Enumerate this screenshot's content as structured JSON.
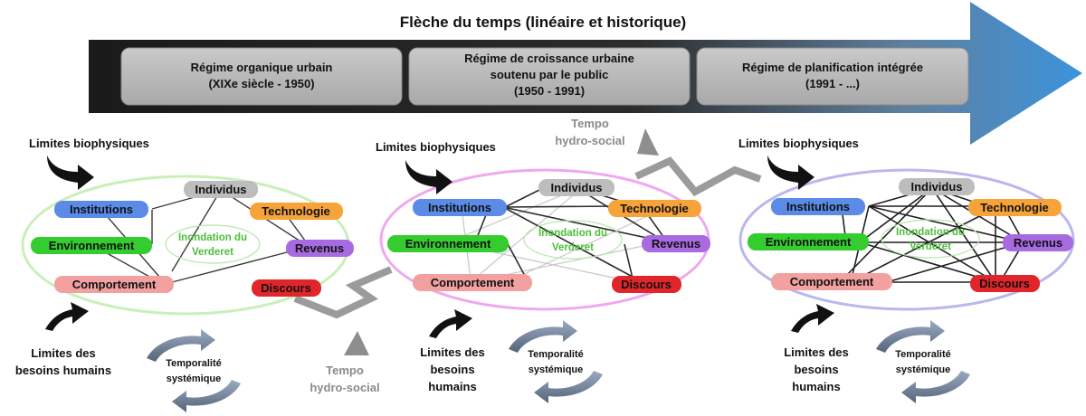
{
  "arrow": {
    "title": "Flèche du temps (linéaire et historique)",
    "regimes": [
      {
        "line1": "Régime organique urbain",
        "line2": "(XIXe siècle - 1950)",
        "line3": ""
      },
      {
        "line1": "Régime de croissance urbaine",
        "line2": "soutenu par le public",
        "line3": "(1950 - 1991)"
      },
      {
        "line1": "Régime de planification intégrée",
        "line2": "(1991 - ...)",
        "line3": ""
      }
    ]
  },
  "panels": [
    {
      "limits_bio": "Limites biophysiques",
      "limits_needs_lines": [
        "Limites des",
        "besoins humains"
      ],
      "center_lines": [
        "Inondation du",
        "Verderet"
      ],
      "temporalite_lines": [
        "Temporalité",
        "systémique"
      ],
      "nodes": {
        "institutions": "Institutions",
        "individus": "Individus",
        "technologie": "Technologie",
        "environnement": "Environnement",
        "revenus": "Revenus",
        "comportement": "Comportement",
        "discours": "Discours"
      }
    },
    {
      "limits_bio": "Limites biophysiques",
      "limits_needs_lines": [
        "Limites des",
        "besoins",
        "humains"
      ],
      "center_lines": [
        "Inondation du",
        "Verderet"
      ],
      "temporalite_lines": [
        "Temporalité",
        "systémique"
      ],
      "nodes": {
        "institutions": "Institutions",
        "individus": "Individus",
        "technologie": "Technologie",
        "environnement": "Environnement",
        "revenus": "Revenus",
        "comportement": "Comportement",
        "discours": "Discours"
      }
    },
    {
      "limits_bio": "Limites biophysiques",
      "limits_needs_lines": [
        "Limites des",
        "besoins",
        "humains"
      ],
      "center_lines": [
        "Inondation du",
        "Verderet"
      ],
      "temporalite_lines": [
        "Temporalité",
        "systémique"
      ],
      "nodes": {
        "institutions": "Institutions",
        "individus": "Individus",
        "technologie": "Technologie",
        "environnement": "Environnement",
        "revenus": "Revenus",
        "comportement": "Comportement",
        "discours": "Discours"
      }
    }
  ],
  "tempo": [
    {
      "lines": [
        "Tempo",
        "hydro-social"
      ]
    },
    {
      "lines": [
        "Tempo",
        "hydro-social"
      ]
    }
  ],
  "colors": {
    "institutions": "#5b8be6",
    "individus": "#bdbdbd",
    "technologie": "#f6a33a",
    "environnement": "#35cc2f",
    "revenus": "#a86ae0",
    "comportement": "#f2a0a0",
    "discours": "#e0262a",
    "ellipse1": "#c9f0b8",
    "ellipse2": "#f0a8ee",
    "ellipse3": "#b9b8ee",
    "center_text": "#4cbf3a",
    "arrow_dark": "#1e1e1e",
    "arrow_light": "#3c8ed8"
  },
  "icons": [
    "curved-arrow-icon",
    "zigzag-arrow-icon",
    "cycle-arrows-icon"
  ]
}
